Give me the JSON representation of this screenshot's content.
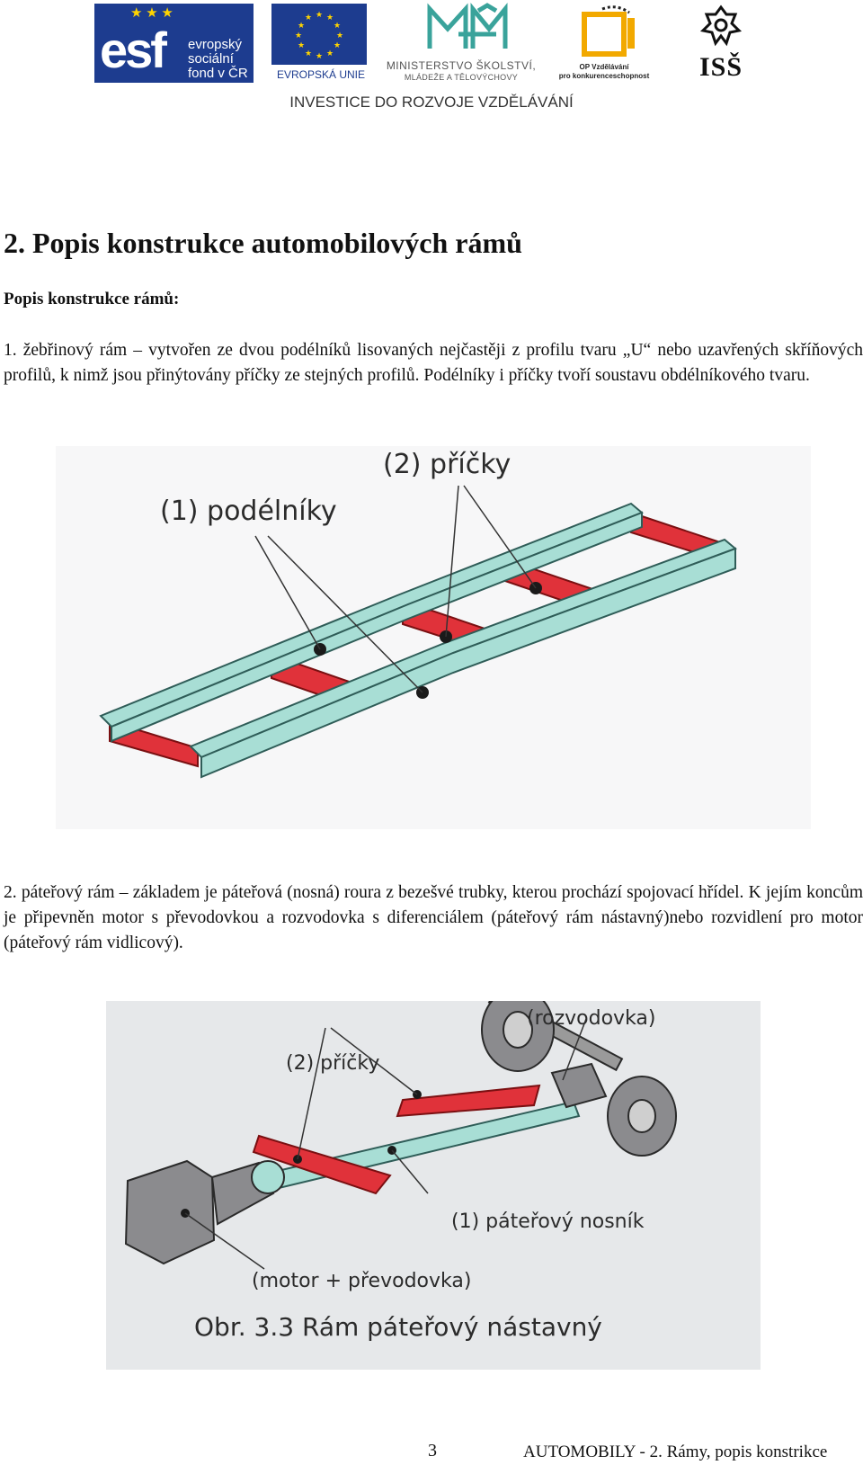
{
  "header": {
    "esf_word": "esf",
    "esf_sub": [
      "evropský",
      "sociální",
      "fond v ČR"
    ],
    "eu_label": "EVROPSKÁ UNIE",
    "msmt_line1": "MINISTERSTVO ŠKOLSTVÍ,",
    "msmt_line2": "MLÁDEŽE A TĚLOVÝCHOVY",
    "op_line1": "OP Vzdělávání",
    "op_line2": "pro konkurenceschopnost",
    "iss_label": "ISŠ",
    "investice": "INVESTICE DO ROZVOJE VZDĚLÁVÁNÍ"
  },
  "doc": {
    "title": "2. Popis konstrukce automobilových rámů",
    "subheading": "Popis konstrukce rámů:",
    "para1": "1. žebřinový rám – vytvořen ze dvou podélníků lisovaných nejčastěji z profilu tvaru „U“ nebo uzavřených skříňových profilů, k nimž jsou přinýtovány příčky ze stejných profilů. Podélníky i příčky tvoří soustavu obdélníkového tvaru.",
    "para2": "2. páteřový rám – základem je páteřová (nosná) roura z bezešvé trubky, kterou prochází spojovací hřídel. K jejím koncům je připevněn motor s převodovkou a rozvodovka s diferenciálem (páteřový rám nástavný)nebo rozvidlení pro motor (páteřový rám vidlicový)."
  },
  "figure1": {
    "label_pricky": "(2) příčky",
    "label_podelniky": "(1) podélníky"
  },
  "figure2": {
    "label_rozvodovka": "(rozvodovka)",
    "label_pricky": "(2) příčky",
    "label_nosnik": "(1) páteřový nosník",
    "label_motor": "(motor + převodovka)",
    "caption": "Obr. 3.3 Rám páteřový nástavný"
  },
  "footer": {
    "page_number": "3",
    "running_title": "AUTOMOBILY - 2. Rámy, popis konstrikce"
  },
  "colors": {
    "eu_blue": "#1d3c8f",
    "frame_teal": "#a8ded5",
    "crossmember_red": "#e0323a"
  }
}
